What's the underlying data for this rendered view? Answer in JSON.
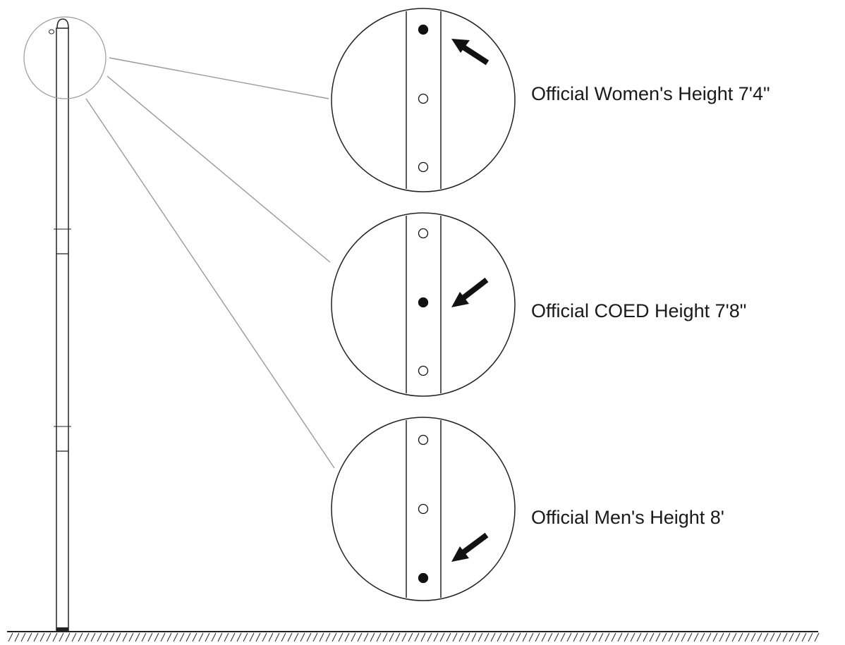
{
  "diagram": {
    "colors": {
      "line": "#222222",
      "leader": "#9a9a9a",
      "filled_hole": "#111111",
      "empty_hole": "#ffffff",
      "background": "#ffffff"
    },
    "callouts": [
      {
        "label": "Official Women's Height 7'4\"",
        "filled_hole": 1,
        "arrow_direction": "up-left"
      },
      {
        "label": "Official COED Height 7'8\"",
        "filled_hole": 2,
        "arrow_direction": "down-left"
      },
      {
        "label": "Official Men's Height 8'",
        "filled_hole": 3,
        "arrow_direction": "down-left"
      }
    ]
  }
}
